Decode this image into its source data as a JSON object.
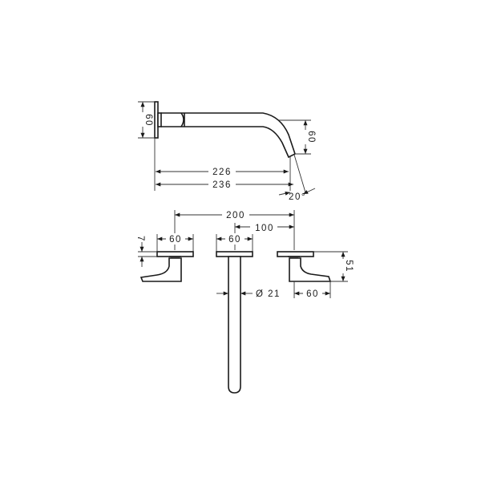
{
  "drawing": {
    "type": "technical-dimension-drawing",
    "subject": "wall-mounted 3-hole basin mixer (spout + two handles)",
    "line_color": "#1a1a1a",
    "background": "#ffffff"
  },
  "spout_view": {
    "dimensions": {
      "rosette_height": "60",
      "outlet_drop": "60",
      "projection_to_outlet": "226",
      "overall_projection": "236",
      "outlet_angle": "20°"
    }
  },
  "front_view": {
    "dimensions": {
      "handle_spacing": "200",
      "spout_to_handle": "100",
      "left_rosette_width": "60",
      "center_rosette_width": "60",
      "right_handle_length": "60",
      "rosette_thickness": "7",
      "handle_height": "51",
      "pipe_diameter": "Ø 21"
    }
  }
}
